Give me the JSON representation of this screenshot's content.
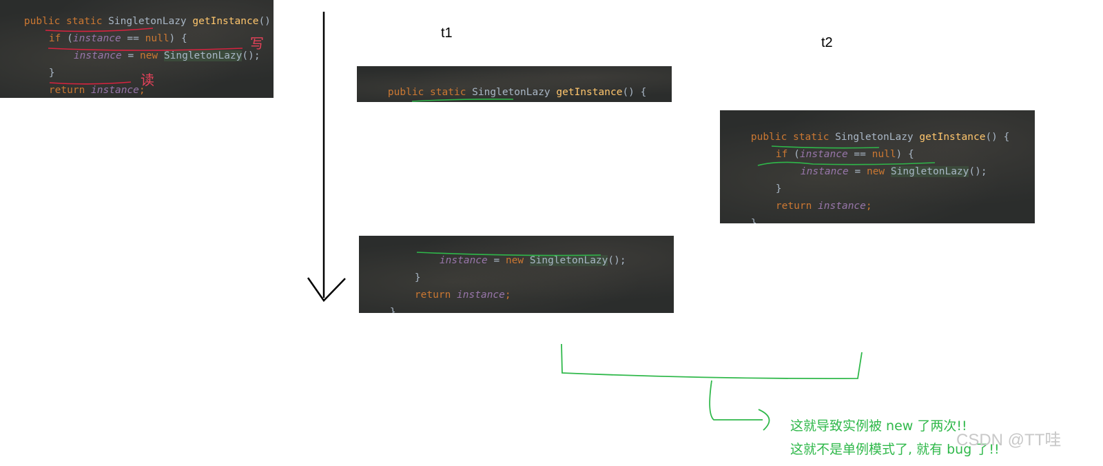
{
  "labels": {
    "t1": "t1",
    "t2": "t2",
    "write": "写",
    "read": "读"
  },
  "code": {
    "sig_public": "public",
    "sig_static": "static",
    "sig_type": "SingletonLazy",
    "sig_method": "getInstance",
    "sig_tail": "() {",
    "if_kw": "if",
    "if_open": " (",
    "field": "instance",
    "eq": " == ",
    "null_kw": "null",
    "if_close": ") {",
    "assign_eq": " = ",
    "new_kw": "new",
    "ctor": "SingletonLazy",
    "ctor_tail": "();",
    "close_brace": "}",
    "return_kw": "return",
    "semi": ";"
  },
  "notes": {
    "line1": "这就导致实例被 new 了两次!!",
    "line2": "这就不是单例模式了, 就有 bug 了!!"
  },
  "watermark": "CSDN @TT哇",
  "colors": {
    "annotation_green": "#2fb84a",
    "annotation_red": "#d9233f",
    "arrow": "#000000"
  }
}
